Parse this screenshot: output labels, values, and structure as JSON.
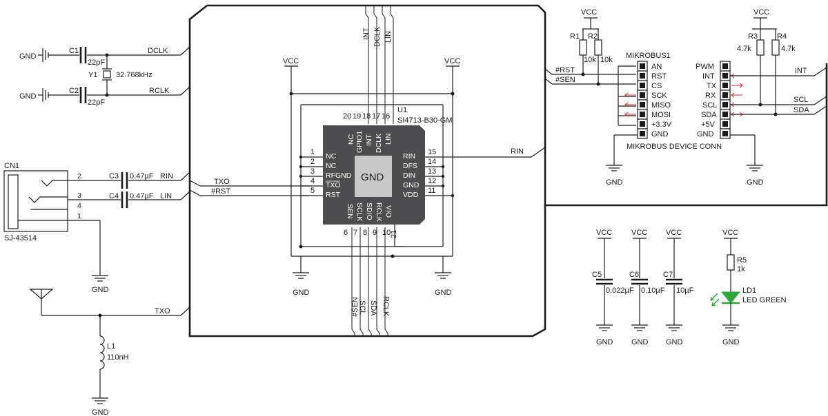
{
  "left": {
    "gnd": "GND",
    "c1": {
      "ref": "C1",
      "value": "22pF"
    },
    "c2": {
      "ref": "C2",
      "value": "22pF"
    },
    "y1": {
      "ref": "Y1",
      "value": "32.768kHz"
    },
    "dclk": "DCLK",
    "rclk": "RCLK",
    "cn1": {
      "ref": "CN1",
      "part": "SJ-43514",
      "pins": [
        "2",
        "3",
        "4",
        "1"
      ]
    },
    "c3": {
      "ref": "C3",
      "value": "0.47µF",
      "net": "RIN"
    },
    "c4": {
      "ref": "C4",
      "value": "0.47µF",
      "net": "LIN"
    },
    "txo": "TXO",
    "rst": "#RST",
    "txo2": "TXO",
    "l1": {
      "ref": "L1",
      "value": "110nH"
    }
  },
  "chip": {
    "ref": "U1",
    "part": "SI4713-B30-GM",
    "center": "GND",
    "left_pins": [
      {
        "num": "1",
        "name": "NC"
      },
      {
        "num": "2",
        "name": "NC"
      },
      {
        "num": "3",
        "name": "RFGND"
      },
      {
        "num": "4",
        "name": "TXO"
      },
      {
        "num": "5",
        "name": "RST"
      }
    ],
    "right_pins": [
      {
        "num": "15",
        "name": "RIN"
      },
      {
        "num": "14",
        "name": "DFS"
      },
      {
        "num": "13",
        "name": "DIN"
      },
      {
        "num": "12",
        "name": "GND"
      },
      {
        "num": "11",
        "name": "VDD"
      }
    ],
    "top_pins": [
      {
        "num": "20",
        "name": "NC"
      },
      {
        "num": "19",
        "name": "GPIO1"
      },
      {
        "num": "18",
        "name": "INT"
      },
      {
        "num": "17",
        "name": "DCLK"
      },
      {
        "num": "16",
        "name": "LIN"
      }
    ],
    "bottom_pins": [
      {
        "num": "6",
        "name": "SEN"
      },
      {
        "num": "7",
        "name": "SCLK"
      },
      {
        "num": "8",
        "name": "SDIO"
      },
      {
        "num": "9",
        "name": "RCLK"
      },
      {
        "num": "10",
        "name": "VIO"
      }
    ],
    "pin21": "21"
  },
  "bus": {
    "top": [
      "INT",
      "DCLK",
      "LIN"
    ],
    "bottom": [
      "#SEN",
      "SCL",
      "SDA",
      "RCLK"
    ],
    "vcc_left": "VCC",
    "vcc_right": "VCC",
    "gnd_left": "GND",
    "gnd_right": "GND",
    "rin": "RIN"
  },
  "mikrobus": {
    "title": "MIKROBUS1",
    "footer": "MIKROBUS DEVICE CONN",
    "left_pins": [
      "AN",
      "RST",
      "CS",
      "SCK",
      "MISO",
      "MOSI",
      "+3.3V",
      "GND"
    ],
    "right_pins": [
      "PWM",
      "INT",
      "TX",
      "RX",
      "SCL",
      "SDA",
      "+5V",
      "GND"
    ],
    "r1": {
      "ref": "R1",
      "value": "10k"
    },
    "r2": {
      "ref": "R2",
      "value": "10k"
    },
    "r3": {
      "ref": "R3",
      "value": "4.7k"
    },
    "r4": {
      "ref": "R4",
      "value": "4.7k"
    },
    "vcc_l": "VCC",
    "vcc_r": "VCC",
    "rst_net": "#RST",
    "sen_net": "#SEN",
    "int_net": "INT",
    "scl_net": "SCL",
    "sda_net": "SDA",
    "gnd_l": "GND",
    "gnd_r": "GND"
  },
  "decoupling": {
    "vcc": "VCC",
    "gnd": "GND",
    "c5": {
      "ref": "C5",
      "value": "0.022µF"
    },
    "c6": {
      "ref": "C6",
      "value": "0.10µF"
    },
    "c7": {
      "ref": "C7",
      "value": "10µF"
    },
    "r5": {
      "ref": "R5",
      "value": "1k"
    },
    "ld1": {
      "ref": "LD1",
      "value": "LED GREEN"
    }
  },
  "colors": {
    "chip": "#4d4d50",
    "pad": "#c8c8c8",
    "arrow": "#e0262b",
    "led": "#2fa637"
  }
}
